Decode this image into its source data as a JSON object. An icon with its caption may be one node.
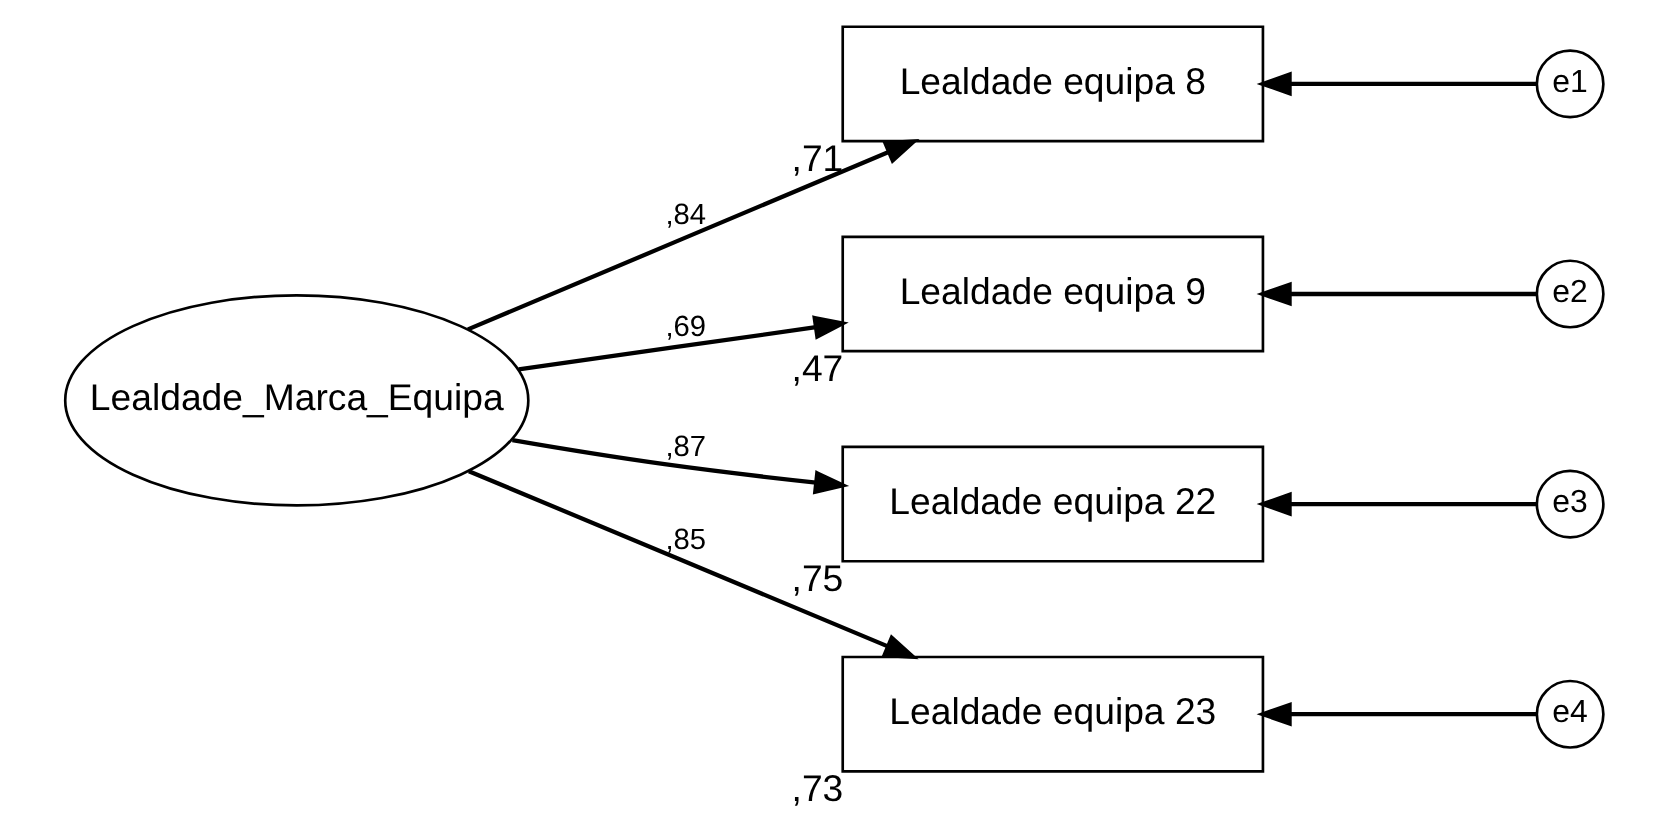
{
  "diagram": {
    "nodes": [
      {
        "text": [
          "Lealdade_Marca_Equipa"
        ]
      },
      {
        "text": [
          "Lealdade equipa 8"
        ],
        "beside": [
          ",71"
        ]
      },
      {
        "text": [
          "Lealdade equipa 9"
        ],
        "beside": [
          ",47"
        ]
      },
      {
        "text": [
          "Lealdade equipa 22"
        ],
        "beside": [
          ",75"
        ]
      },
      {
        "text": [
          "Lealdade equipa 23"
        ],
        "beside": [
          ",73"
        ]
      },
      {
        "text": [
          "e1"
        ]
      },
      {
        "text": [
          "e2"
        ]
      },
      {
        "text": [
          "e3"
        ]
      },
      {
        "text": [
          "e4"
        ]
      }
    ],
    "edges": [
      {
        "from": 0,
        "to": 1,
        "arrow": "to",
        "label": ",84"
      },
      {
        "from": 0,
        "to": 2,
        "arrow": "to",
        "label": ",69"
      },
      {
        "from": 0,
        "to": 3,
        "arrow": "to",
        "label": ",87"
      },
      {
        "from": 0,
        "to": 4,
        "arrow": "to",
        "label": ",85"
      },
      {
        "from": 5,
        "to": 1,
        "arrow": "to"
      },
      {
        "from": 6,
        "to": 2,
        "arrow": "to"
      },
      {
        "from": 7,
        "to": 3,
        "arrow": "to"
      },
      {
        "from": 8,
        "to": 4,
        "arrow": "to"
      }
    ]
  }
}
